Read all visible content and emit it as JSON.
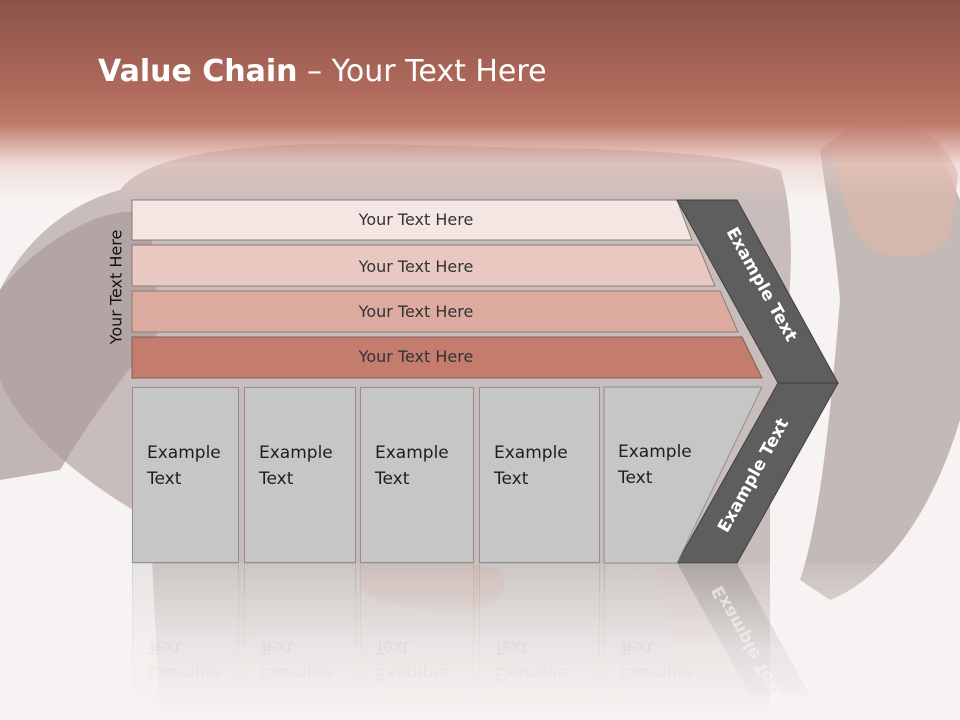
{
  "title": {
    "bold": "Value Chain",
    "rest": " – Your Text Here"
  },
  "side_label": "Your Text Here",
  "bars": [
    {
      "label": "Your Text Here",
      "color": "#f4e6e3"
    },
    {
      "label": "Your Text Here",
      "color": "#e8c8c0"
    },
    {
      "label": "Your Text Here",
      "color": "#dcaa9f"
    },
    {
      "label": "Your Text Here",
      "color": "#c47c6d"
    }
  ],
  "boxes": [
    {
      "line1": "Example",
      "line2": "Text"
    },
    {
      "line1": "Example",
      "line2": "Text"
    },
    {
      "line1": "Example",
      "line2": "Text"
    },
    {
      "line1": "Example",
      "line2": "Text"
    },
    {
      "line1": "Example",
      "line2": "Text"
    }
  ],
  "chevron": {
    "upper_label": "Example Text",
    "lower_label": "Example Text",
    "color": "#5e5e5e"
  },
  "colors": {
    "accent": "#b56a5b",
    "box_fill": "#c6c6c6",
    "box_border": "#8f8f8f"
  }
}
